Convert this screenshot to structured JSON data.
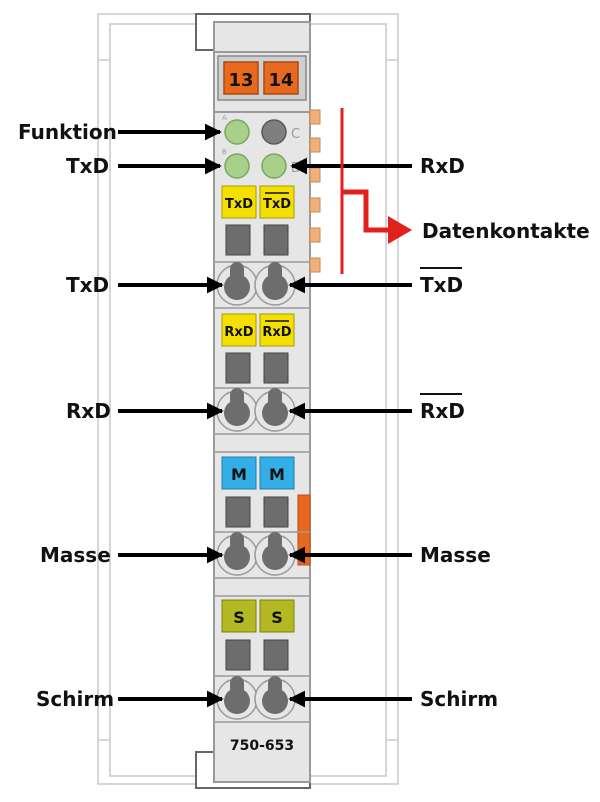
{
  "module": {
    "part_number": "750-653",
    "connector_labels": [
      "13",
      "14"
    ],
    "led_small_labels": [
      "A",
      "C",
      "B",
      "D"
    ]
  },
  "terminal_tags": {
    "txd": "TxD",
    "txd_inv": "TxD",
    "rxd": "RxD",
    "rxd_inv": "RxD",
    "m": "M",
    "s": "S"
  },
  "callouts": {
    "funktion": "Funktion",
    "txd_led": "TxD",
    "rxd_led": "RxD",
    "datenkontakte": "Datenkontakte",
    "txd": "TxD",
    "txd_inv": "TxD",
    "rxd": "RxD",
    "rxd_inv": "RxD",
    "masse_left": "Masse",
    "masse_right": "Masse",
    "schirm_left": "Schirm",
    "schirm_right": "Schirm"
  },
  "colors": {
    "module_body": "#e6e6e6",
    "outline": "#b8b8b8",
    "connector_orange": "#e8681e",
    "led_green": "#a8d08a",
    "led_grey": "#7f7f7f",
    "tag_yellow": "#f3e000",
    "tag_blue": "#33aee6",
    "tag_olive": "#b3b823",
    "contact_grey": "#6d6d6d",
    "arrow_red": "#e3211c",
    "arrow_black": "#000000"
  }
}
